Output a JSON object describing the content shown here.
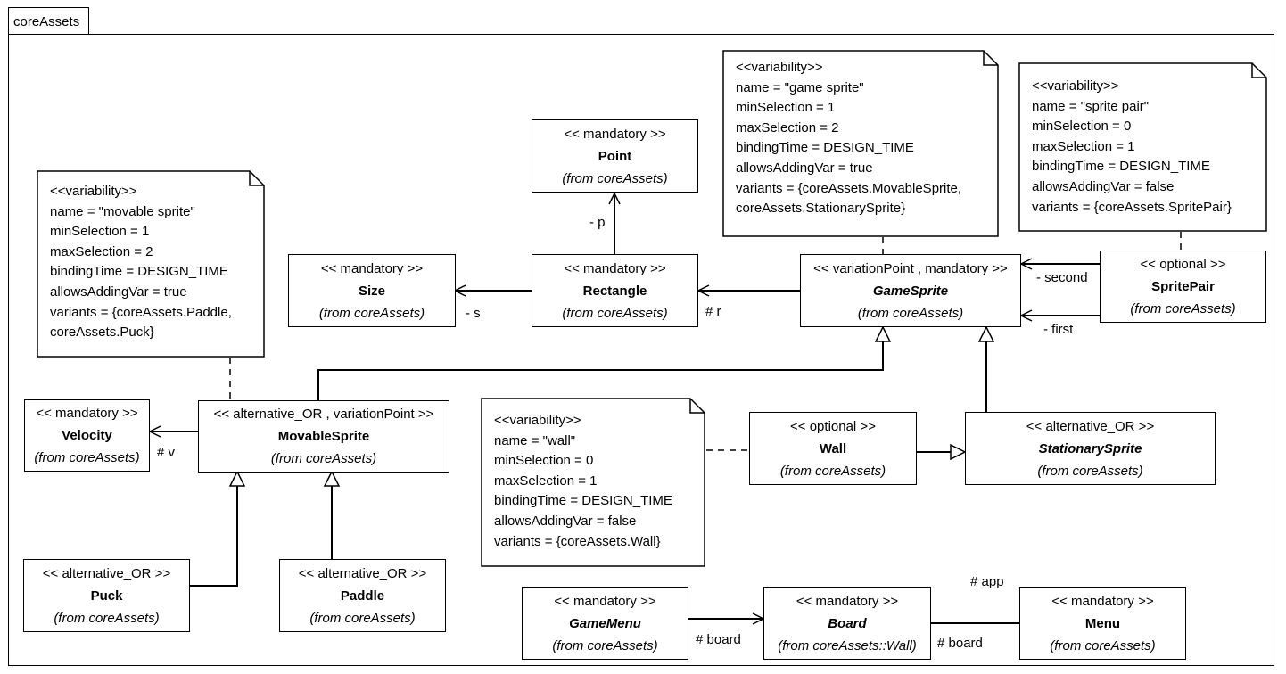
{
  "package": {
    "name": "coreAssets"
  },
  "classes": {
    "point": {
      "stereotype": "<< mandatory >>",
      "name": "Point",
      "from": "(from coreAssets)"
    },
    "size": {
      "stereotype": "<< mandatory >>",
      "name": "Size",
      "from": "(from coreAssets)"
    },
    "rectangle": {
      "stereotype": "<< mandatory >>",
      "name": "Rectangle",
      "from": "(from coreAssets)"
    },
    "gamesprite": {
      "stereotype": "<< variationPoint , mandatory >>",
      "name": "GameSprite",
      "from": "(from coreAssets)"
    },
    "spritepair": {
      "stereotype": "<< optional >>",
      "name": "SpritePair",
      "from": "(from coreAssets)"
    },
    "velocity": {
      "stereotype": "<< mandatory >>",
      "name": "Velocity",
      "from": "(from coreAssets)"
    },
    "movablesprite": {
      "stereotype": "<< alternative_OR , variationPoint >>",
      "name": "MovableSprite",
      "from": "(from coreAssets)"
    },
    "wall": {
      "stereotype": "<< optional >>",
      "name": "Wall",
      "from": "(from coreAssets)"
    },
    "stationarysprite": {
      "stereotype": "<< alternative_OR >>",
      "name": "StationarySprite",
      "from": "(from coreAssets)"
    },
    "puck": {
      "stereotype": "<< alternative_OR >>",
      "name": "Puck",
      "from": "(from coreAssets)"
    },
    "paddle": {
      "stereotype": "<< alternative_OR >>",
      "name": "Paddle",
      "from": "(from coreAssets)"
    },
    "gamemenu": {
      "stereotype": "<< mandatory >>",
      "name": "GameMenu",
      "from": "(from coreAssets)"
    },
    "board": {
      "stereotype": "<< mandatory >>",
      "name": "Board",
      "from": "(from coreAssets::Wall)"
    },
    "menu": {
      "stereotype": "<< mandatory >>",
      "name": "Menu",
      "from": "(from coreAssets)"
    }
  },
  "notes": {
    "gamesprite": [
      "<<variability>>",
      "name = \"game sprite\"",
      "minSelection = 1",
      "maxSelection = 2",
      "bindingTime = DESIGN_TIME",
      "allowsAddingVar = true",
      "variants = {coreAssets.MovableSprite,",
      "coreAssets.StationarySprite}"
    ],
    "spritepair": [
      "<<variability>>",
      "name = \"sprite pair\"",
      "minSelection = 0",
      "maxSelection = 1",
      "bindingTime = DESIGN_TIME",
      "allowsAddingVar = false",
      "variants = {coreAssets.SpritePair}"
    ],
    "movablesprite": [
      "<<variability>>",
      "name = \"movable sprite\"",
      "minSelection = 1",
      "maxSelection = 2",
      "bindingTime = DESIGN_TIME",
      "allowsAddingVar = true",
      "variants = {coreAssets.Paddle,",
      "coreAssets.Puck}"
    ],
    "wall": [
      "<<variability>>",
      "name = \"wall\"",
      "minSelection = 0",
      "maxSelection = 1",
      "bindingTime = DESIGN_TIME",
      "allowsAddingVar = false",
      "variants = {coreAssets.Wall}"
    ]
  },
  "roles": {
    "p": "- p",
    "s": "- s",
    "r": "# r",
    "second": "- second",
    "first": "- first",
    "v": "# v",
    "board1": "# board",
    "board2": "# board",
    "app": "# app"
  }
}
